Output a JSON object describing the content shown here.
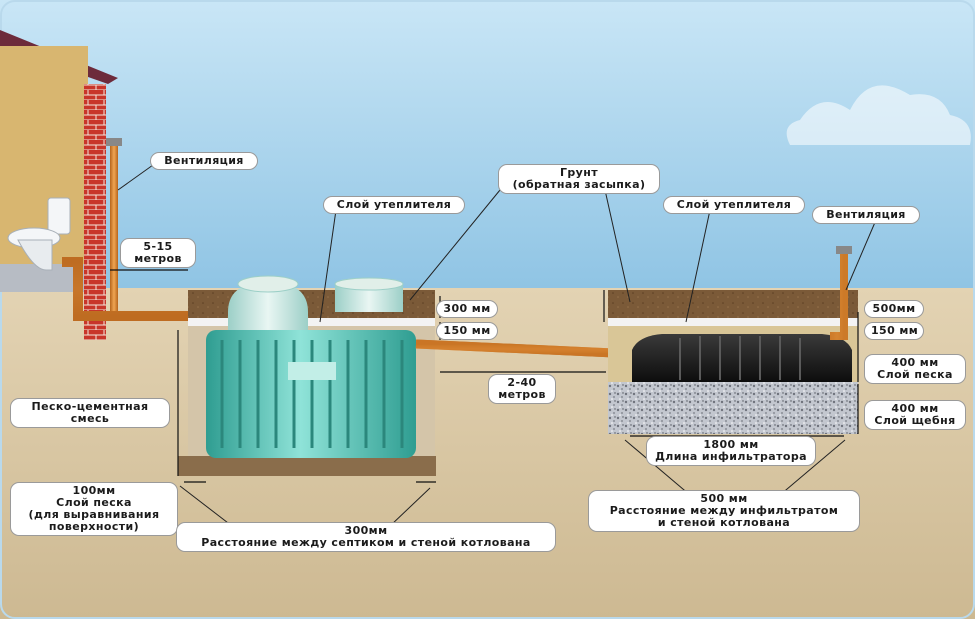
{
  "labels": {
    "ventilation_left": "Вентиляция",
    "distance_range_1": "5-15",
    "distance_range_1_unit": "метров",
    "insulation_left": "Слой утеплителя",
    "soil_line1": "Грунт",
    "soil_line2": "(обратная засыпка)",
    "insulation_right": "Слой утеплителя",
    "ventilation_right": "Вентиляция",
    "dim_300mm": "300 мм",
    "dim_150mm_left": "150 мм",
    "dim_500mm": "500мм",
    "dim_150mm_right": "150 мм",
    "sand_400_value": "400 мм",
    "sand_400_label": "Слой песка",
    "gravel_400_value": "400 мм",
    "gravel_400_label": "Слой щебня",
    "distance_range_2": "2-40",
    "distance_range_2_unit": "метров",
    "sand_cement_line1": "Песко-цементная",
    "sand_cement_line2": "смесь",
    "sand_layer_value": "100мм",
    "sand_layer_line1": "Слой песка",
    "sand_layer_line2": "(для выравнивания",
    "sand_layer_line3": "поверхности)",
    "gap_300_value": "300мм",
    "gap_300_label": "Расстояние между септиком и стеной котлована",
    "infiltrator_len_value": "1800 мм",
    "infiltrator_len_label": "Длина инфильтратора",
    "gap_500_value": "500 мм",
    "gap_500_line1": "Расстояние между инфильтратом",
    "gap_500_line2": "и стеной котлована"
  },
  "colors": {
    "sky": "#a9d3ec",
    "ground": "#d8c6a3",
    "backfill": "#7a5a38",
    "tank": "#5cc2b6",
    "pipe": "#d9822b",
    "brick": "#c0392b",
    "infiltrator": "#1e1e1e",
    "gravel": "#b8bcc4",
    "sand": "#e6d2a0"
  }
}
